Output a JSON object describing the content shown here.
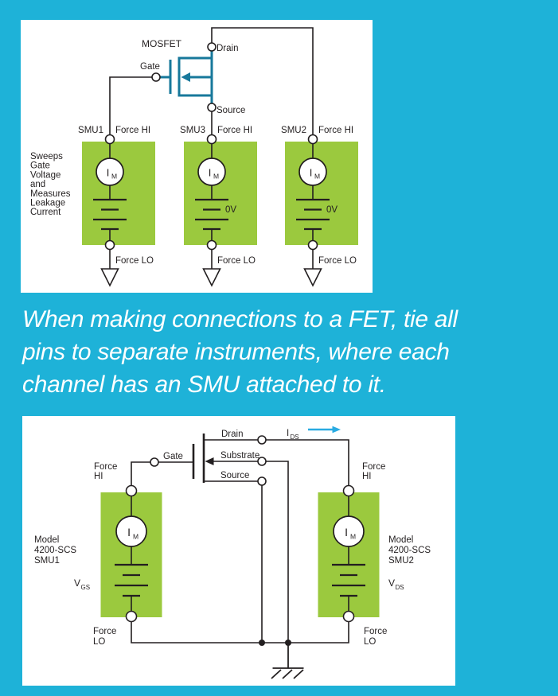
{
  "colors": {
    "bg": "#1EB2D8",
    "panel": "#FFFFFF",
    "green": "#9BC93E",
    "teal": "#17789B",
    "ink": "#231F20",
    "arrow": "#29ABE2",
    "text_white": "#FFFFFF"
  },
  "shared": {
    "meter_i": "I",
    "meter_sub": "M"
  },
  "top_diagram": {
    "mosfet_label": "MOSFET",
    "gate_label": "Gate",
    "drain_label": "Drain",
    "source_label": "Source",
    "note_lines": [
      "Sweeps",
      "Gate",
      "Voltage",
      "and",
      "Measures",
      "Leakage",
      "Current"
    ],
    "columns": [
      {
        "smu": "SMU1",
        "force_hi": "Force HI",
        "force_lo": "Force LO",
        "battery_label": ""
      },
      {
        "smu": "SMU3",
        "force_hi": "Force HI",
        "force_lo": "Force LO",
        "battery_label": "0V"
      },
      {
        "smu": "SMU2",
        "force_hi": "Force HI",
        "force_lo": "Force LO",
        "battery_label": "0V"
      }
    ]
  },
  "caption": {
    "lines": [
      "When making connections to a FET, tie all",
      "pins to separate instruments, where each",
      "channel has an SMU attached to it."
    ]
  },
  "bottom_diagram": {
    "drain_label": "Drain",
    "substrate_label": "Substrate",
    "source_label": "Source",
    "gate_label": "Gate",
    "ids_label": "I",
    "ids_sub": "DS",
    "left": {
      "force_hi": [
        "Force",
        "HI"
      ],
      "model": [
        "Model",
        "4200-SCS",
        "SMU1"
      ],
      "v": "V",
      "v_sub": "GS",
      "force_lo": [
        "Force",
        "LO"
      ]
    },
    "right": {
      "force_hi": [
        "Force",
        "HI"
      ],
      "model": [
        "Model",
        "4200-SCS",
        "SMU2"
      ],
      "v": "V",
      "v_sub": "DS",
      "force_lo": [
        "Force",
        "LO"
      ]
    }
  }
}
